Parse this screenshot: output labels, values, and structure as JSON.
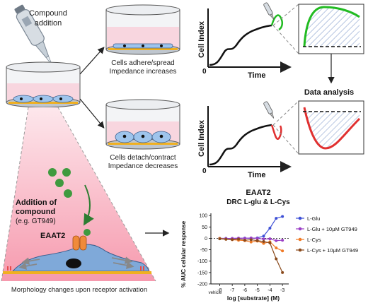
{
  "labels": {
    "compound_addition_line1": "Compound",
    "compound_addition_line2": "addition",
    "adhere_line1": "Cells adhere/spread",
    "adhere_line2": "Impedance increases",
    "detach_line1": "Cells detach/contract",
    "detach_line2": "Impedance decreases",
    "addition_line1": "Addition of",
    "addition_line2": "compound",
    "addition_line3": "(e.g. GT949)",
    "receptor": "EAAT2",
    "morphology": "Morphology changes upon receptor activation",
    "data_analysis": "Data analysis"
  },
  "graphs": [
    {
      "ylabel": "Cell Index",
      "xlabel": "Time",
      "origin": "0",
      "response": "increase"
    },
    {
      "ylabel": "Cell Index",
      "xlabel": "Time",
      "origin": "0",
      "response": "decrease"
    }
  ],
  "colors": {
    "increase": "#22bb22",
    "decrease": "#e03030",
    "well_pink": "#f8d6df",
    "cell_blue": "#9ec4ec",
    "electrode": "#f0b020",
    "compound": "#3f9a3f",
    "transporter": "#f08a3a",
    "cone_pink": "#f7a3b4"
  },
  "chart_data": {
    "type": "scatter",
    "title": "EAAT2",
    "subtitle": "DRC L-glu & L-Cys",
    "xlabel": "log [substrate] (M)",
    "ylabel": "% AUC cellular response",
    "xlim": [
      -8.7,
      -2.5
    ],
    "ylim": [
      -200,
      110
    ],
    "x_ticks": [
      "-8",
      "-7",
      "-6",
      "-5",
      "-4",
      "-3"
    ],
    "x_vehicle_label": "vehicle",
    "y_ticks": [
      "100",
      "50",
      "0",
      "-50",
      "-100",
      "-150",
      "-200"
    ],
    "legend_position": "right",
    "series": [
      {
        "name": "L-Glu",
        "color": "#3d4fd6",
        "marker": "circle",
        "x": [
          -8,
          -7.5,
          -7,
          -6.5,
          -6,
          -5.5,
          -5,
          -4.5,
          -4,
          -3.5,
          -3
        ],
        "y": [
          0,
          0,
          -1,
          0,
          1,
          0,
          2,
          10,
          45,
          88,
          96
        ]
      },
      {
        "name": "L-Glu + 10μM GT949",
        "color": "#9b3fc6",
        "marker": "circle",
        "x": [
          -8,
          -7.5,
          -7,
          -6.5,
          -6,
          -5.5,
          -5,
          -4.5,
          -4,
          -3.5,
          -3
        ],
        "y": [
          0,
          -1,
          0,
          1,
          0,
          2,
          0,
          -3,
          -2,
          -10,
          -8
        ]
      },
      {
        "name": "L-Cys",
        "color": "#f07a26",
        "marker": "circle",
        "x": [
          -8,
          -7.5,
          -7,
          -6.5,
          -6,
          -5.5,
          -5,
          -4.5,
          -4,
          -3.5,
          -3
        ],
        "y": [
          0,
          -4,
          -6,
          -8,
          -10,
          -16,
          -12,
          -22,
          -15,
          -42,
          -55
        ]
      },
      {
        "name": "L-Cys + 10μM GT949",
        "color": "#8a4a1c",
        "marker": "circle",
        "x": [
          -8,
          -7.5,
          -7,
          -6.5,
          -6,
          -5.5,
          -5,
          -4.5,
          -4,
          -3.5,
          -3
        ],
        "y": [
          -2,
          -4,
          -5,
          -3,
          -8,
          -6,
          -10,
          -14,
          -20,
          -90,
          -150
        ]
      }
    ],
    "reference_line": 0
  }
}
